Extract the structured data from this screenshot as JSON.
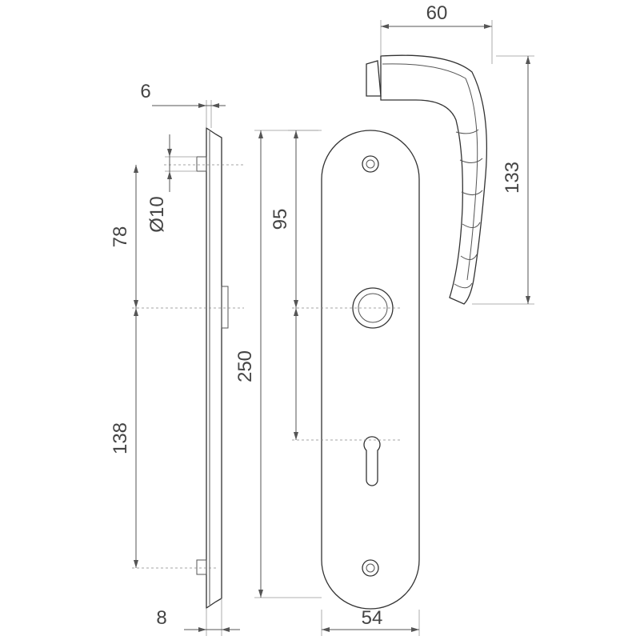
{
  "dimensions": {
    "handle_width": "60",
    "handle_height": "133",
    "rose_thickness": "6",
    "hole_diameter": "Ø10",
    "spacing_top": "78",
    "spacing_bottom": "138",
    "plate_length": "250",
    "spindle_to_cylinder": "95",
    "plate_thickness": "8",
    "plate_width": "54"
  }
}
